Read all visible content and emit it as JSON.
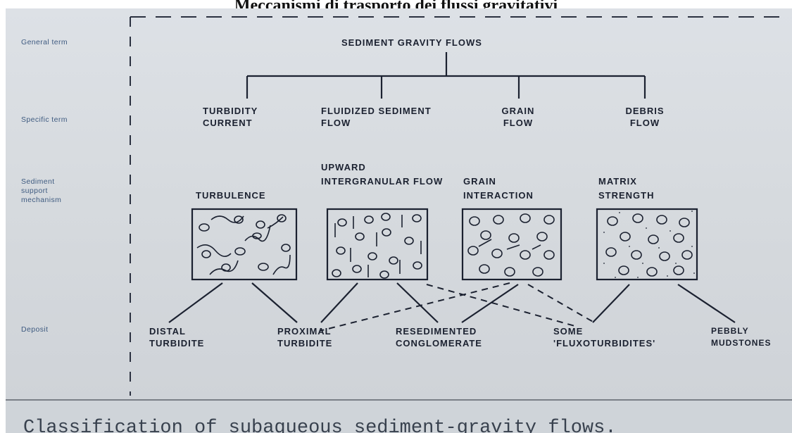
{
  "title": "Meccanismi di trasporto dei flussi gravitativi",
  "row_labels": {
    "general": "General term",
    "specific": "Specific term",
    "mechanism": "Sediment support mechanism",
    "deposit": "Deposit"
  },
  "general_term": "SEDIMENT GRAVITY FLOWS",
  "specific_terms": [
    "TURBIDITY CURRENT",
    "FLUIDIZED SEDIMENT FLOW",
    "GRAIN FLOW",
    "DEBRIS FLOW"
  ],
  "mechanisms": [
    "TURBULENCE",
    "UPWARD INTERGRANULAR FLOW",
    "GRAIN INTERACTION",
    "MATRIX STRENGTH"
  ],
  "deposits": [
    "DISTAL TURBIDITE",
    "PROXIMAL TURBIDITE",
    "RESEDIMENTED CONGLOMERATE",
    "SOME 'FLUXOTURBIDITES'",
    "PEBBLY MUDSTONES"
  ],
  "caption": "Classification of subaqueous sediment-gravity flows.",
  "colors": {
    "ink": "#1b2130",
    "label": "#3f5b80",
    "slide": "#d9dde2"
  }
}
